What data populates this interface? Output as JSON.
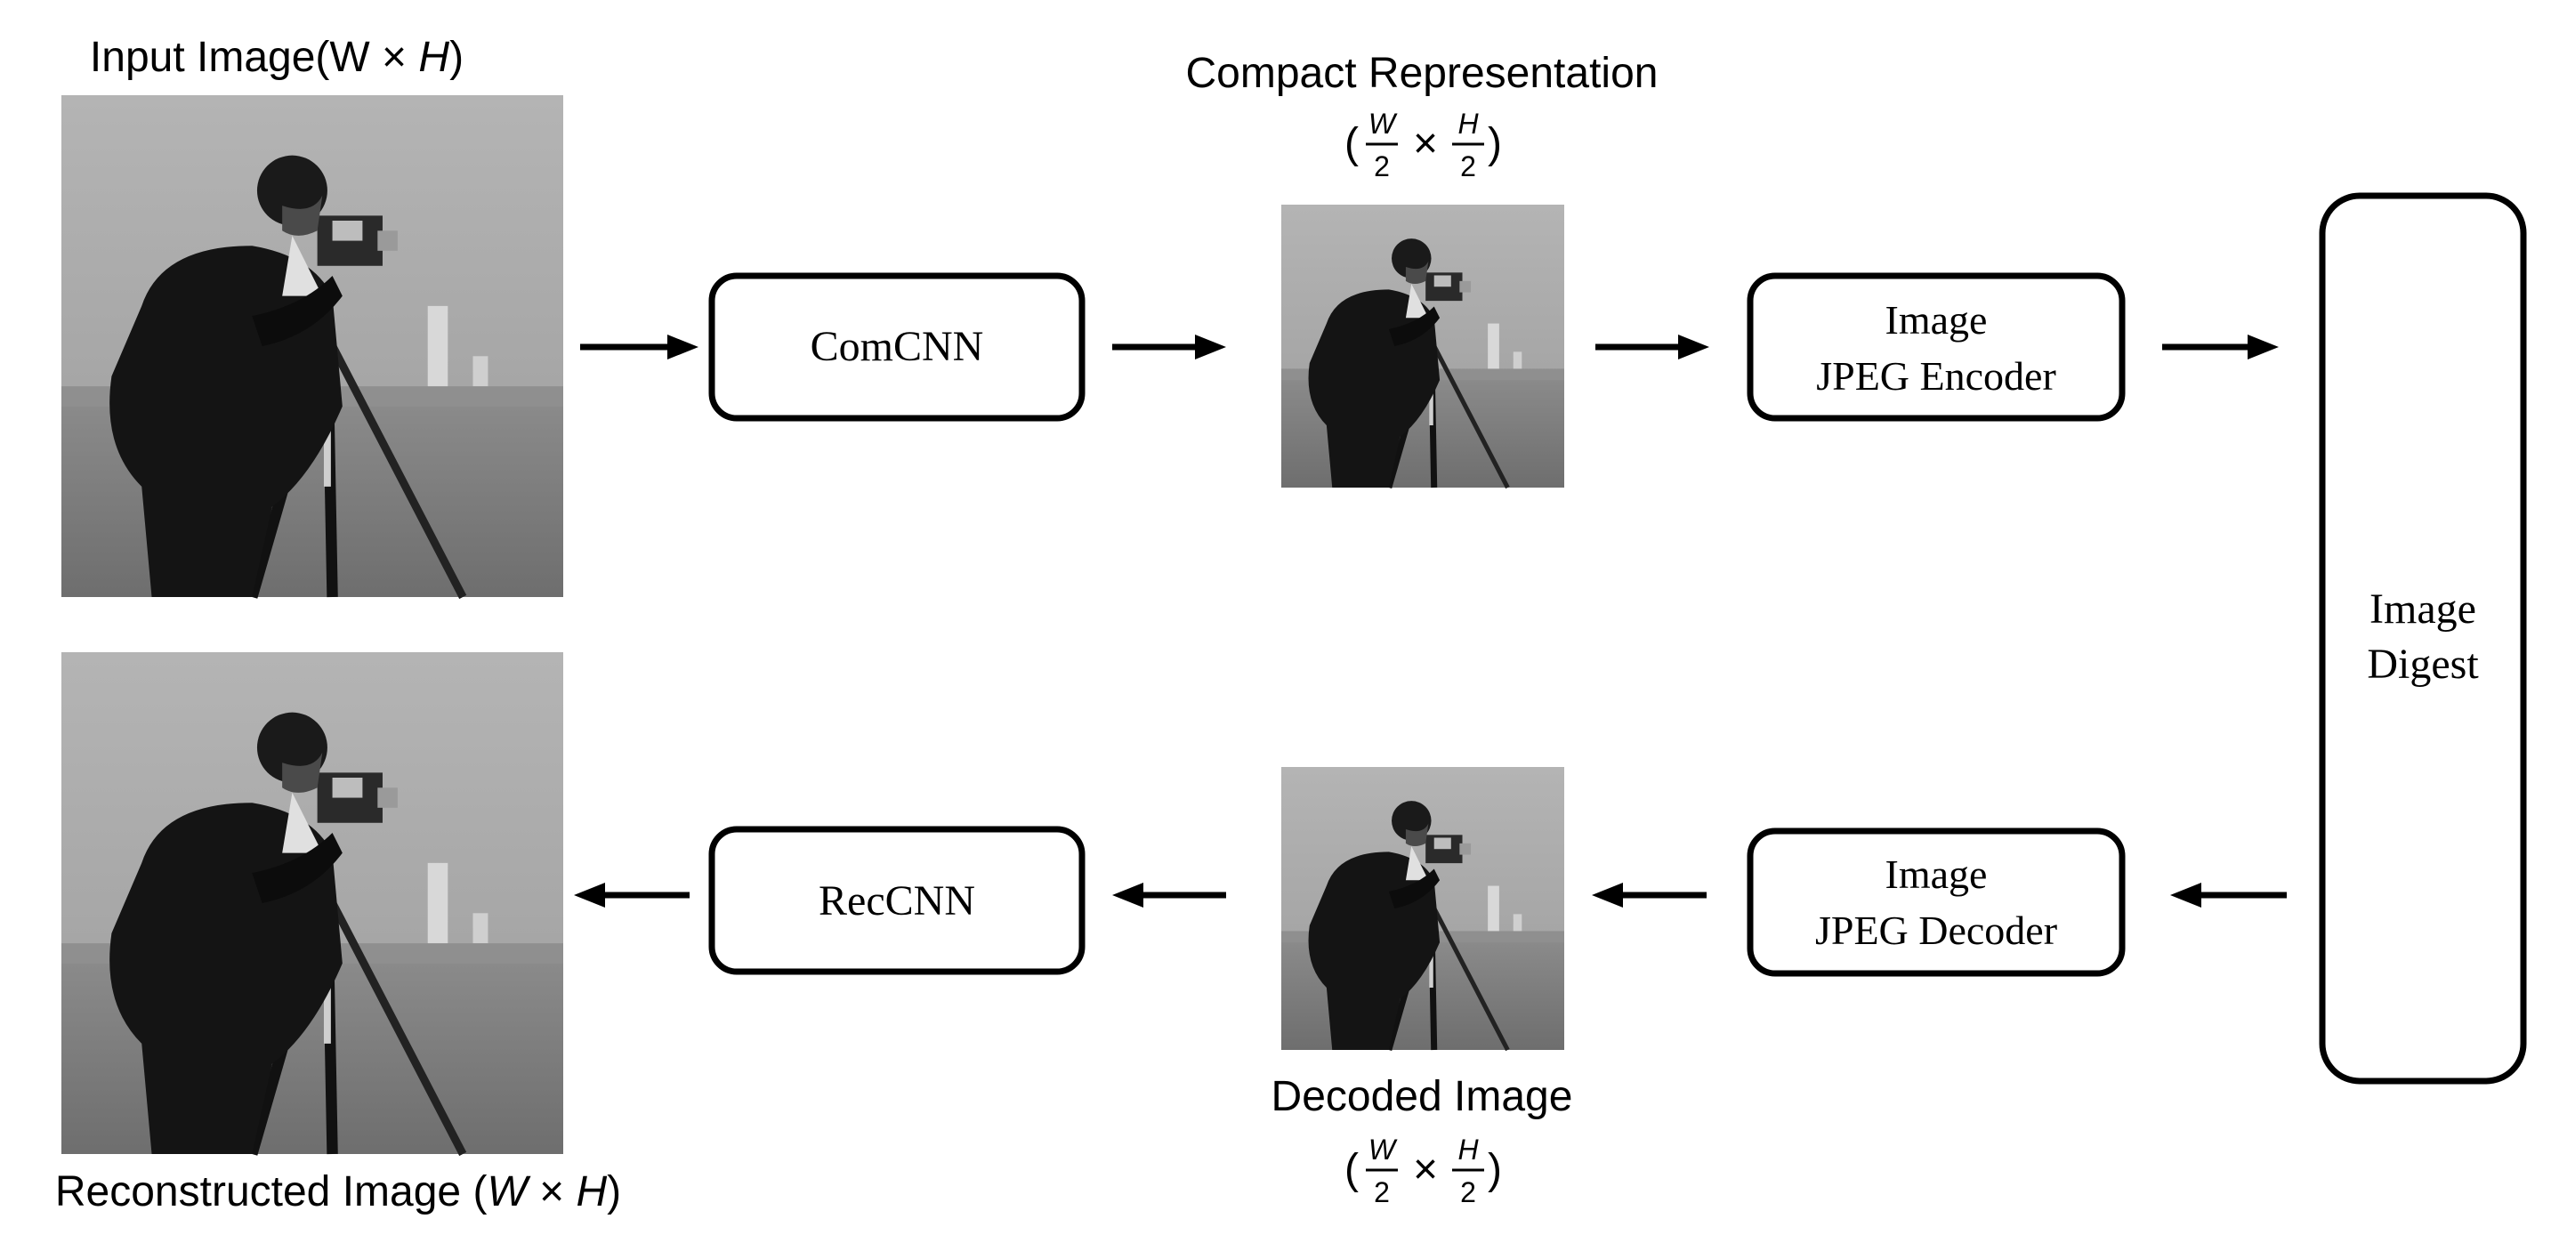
{
  "labels": {
    "input": {
      "text": "Input Image(W × ",
      "var": "H",
      "close": ")"
    },
    "compact": {
      "title": "Compact Representation",
      "size_w": "W",
      "size_h": "H",
      "size_den": "2",
      "times": "×",
      "open": "(",
      "close": ")"
    },
    "decoded": {
      "title": "Decoded Image",
      "size_w": "W",
      "size_h": "H",
      "size_den": "2",
      "times": "×",
      "open": "(",
      "close": ")"
    },
    "reconstructed": {
      "text": "Reconstructed Image (",
      "var_w": "W",
      "times": " × ",
      "var_h": "H",
      "close": ")"
    }
  },
  "boxes": {
    "comcnn": "ComCNN",
    "encoder": {
      "line1": "Image",
      "line2": "JPEG Encoder"
    },
    "digest": {
      "line1": "Image",
      "line2": "Digest"
    },
    "decoder": {
      "line1": "Image",
      "line2": "JPEG Decoder"
    },
    "reccnn": "RecCNN"
  },
  "colors": {
    "stroke": "#000000",
    "background": "#ffffff",
    "photo_sky": "#a9a9a9",
    "photo_grass": "#7d7d7d",
    "photo_figure": "#141414"
  },
  "images": {
    "input_photo": "cameraman-photo",
    "compact_photo": "cameraman-photo",
    "decoded_photo": "cameraman-photo",
    "reconstructed_photo": "cameraman-photo"
  }
}
